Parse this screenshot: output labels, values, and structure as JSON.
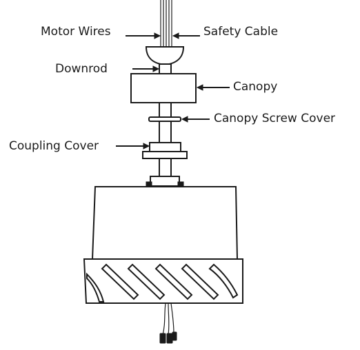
{
  "labels": {
    "motor_wires": "Motor Wires",
    "safety_cable": "Safety Cable",
    "downrod": "Downrod",
    "canopy": "Canopy",
    "canopy_screw_cover": "Canopy Screw Cover",
    "coupling_cover": "Coupling Cover"
  },
  "colors": {
    "line": "#1a1a1a",
    "background": "#ffffff"
  }
}
